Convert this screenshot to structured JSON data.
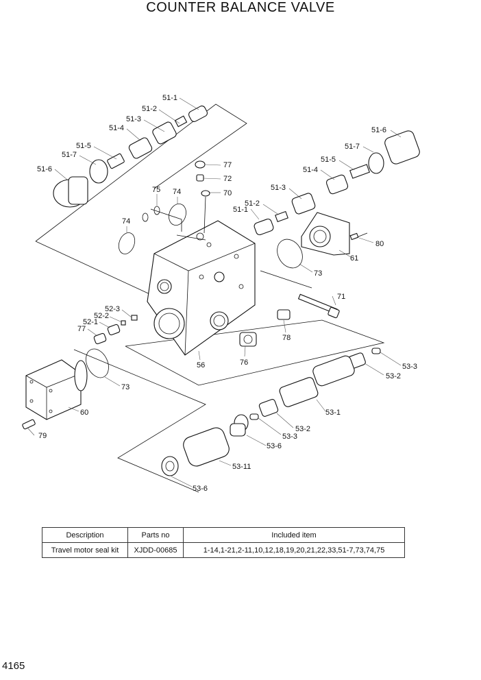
{
  "title": "COUNTER BALANCE VALVE",
  "page_number": "4165",
  "callouts": {
    "c51_1_top": "51-1",
    "c51_2_top": "51-2",
    "c51_3_top": "51-3",
    "c51_4_top": "51-4",
    "c51_5_left": "51-5",
    "c51_7_left": "51-7",
    "c51_6_left": "51-6",
    "c51_6_right": "51-6",
    "c51_7_right": "51-7",
    "c51_5_right": "51-5",
    "c51_4_right": "51-4",
    "c51_3_right": "51-3",
    "c51_2_right": "51-2",
    "c51_1_right": "51-1",
    "c77_top": "77",
    "c72": "72",
    "c70": "70",
    "c75": "75",
    "c74_a": "74",
    "c74_b": "74",
    "c80": "80",
    "c61": "61",
    "c73_right": "73",
    "c71": "71",
    "c78": "78",
    "c76": "76",
    "c56": "56",
    "c52_3": "52-3",
    "c52_2": "52-2",
    "c52_1": "52-1",
    "c77_left": "77",
    "c73_left": "73",
    "c60": "60",
    "c79": "79",
    "c53_3_a": "53-3",
    "c53_2_a": "53-2",
    "c53_1": "53-1",
    "c53_2_b": "53-2",
    "c53_3_b": "53-3",
    "c53_6_a": "53-6",
    "c53_11": "53-11",
    "c53_6_b": "53-6"
  },
  "table": {
    "headers": [
      "Description",
      "Parts no",
      "Included item"
    ],
    "rows": [
      [
        "Travel motor seal kit",
        "XJDD-00685",
        "1-14,1-21,2-11,10,12,18,19,20,21,22,33,51-7,73,74,75"
      ]
    ]
  }
}
